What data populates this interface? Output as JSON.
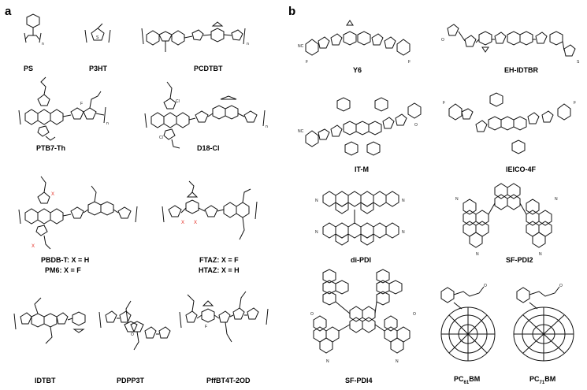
{
  "panels": [
    {
      "label": "a"
    },
    {
      "label": "b"
    }
  ],
  "molecules": [
    {
      "name": "PS"
    },
    {
      "name": "P3HT"
    },
    {
      "name": "PCDTBT"
    },
    {
      "name": "PTB7-Th"
    },
    {
      "name": "D18-Cl"
    },
    {
      "name": "PBDB-T: X = H"
    },
    {
      "name": "PM6: X = F"
    },
    {
      "name": "FTAZ: X = F"
    },
    {
      "name": "HTAZ: X = H"
    },
    {
      "name": "IDTBT"
    },
    {
      "name": "PDPP3T"
    },
    {
      "name": "PffBT4T-2OD"
    },
    {
      "name": "Y6"
    },
    {
      "name": "EH-IDTBR"
    },
    {
      "name": "IT-M"
    },
    {
      "name": "IEICO-4F"
    },
    {
      "name": "di-PDI"
    },
    {
      "name": "SF-PDI2"
    },
    {
      "name": "SF-PDI4"
    },
    {
      "name_prefix": "PC",
      "name_sub": "61",
      "name_suffix": "BM"
    },
    {
      "name_prefix": "PC",
      "name_sub": "71",
      "name_suffix": "BM"
    }
  ],
  "atom_labels": {
    "x_mark": "X",
    "sulfur": "S",
    "nitrogen": "N",
    "oxygen": "O",
    "fluorine": "F",
    "chlorine": "Cl",
    "cyano": "NC",
    "repeat_n": "n"
  }
}
